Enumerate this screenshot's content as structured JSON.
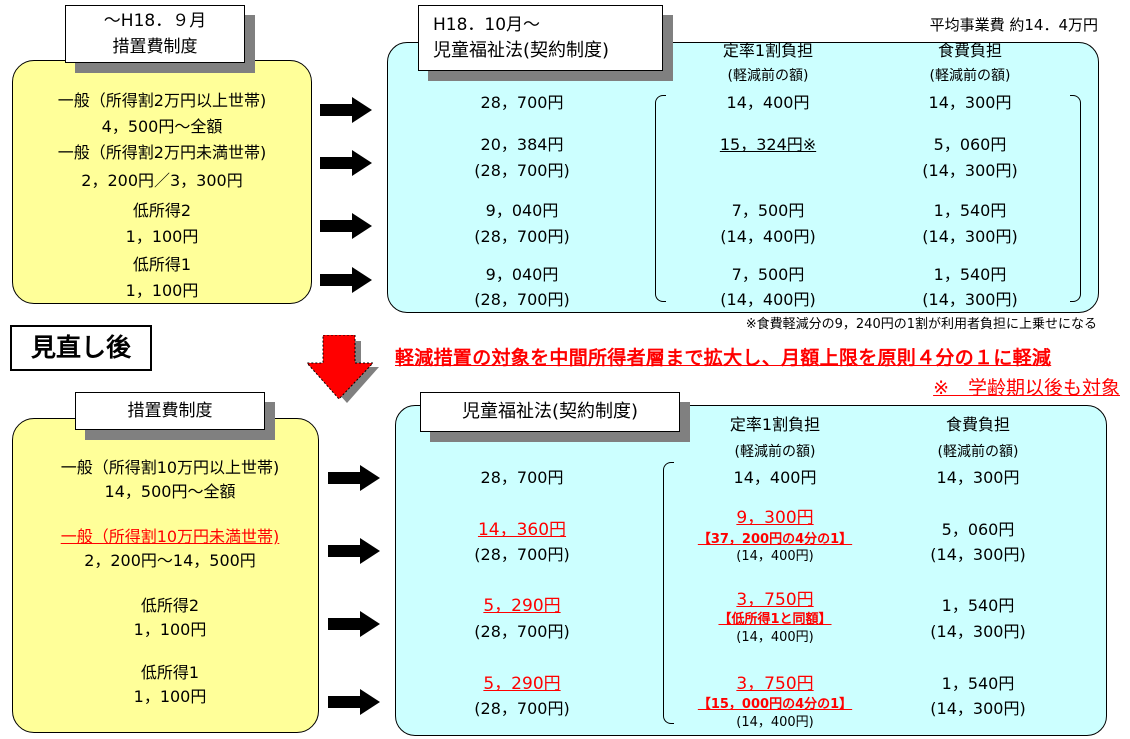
{
  "before": {
    "label": [
      "～H18．９月",
      "措置費制度"
    ],
    "items": [
      [
        "一般（所得割2万円以上世帯)",
        "4，500円～全額"
      ],
      [
        "一般（所得割2万円未満世帯)",
        "2，200円／3，300円"
      ],
      [
        "低所得2",
        "1，100円"
      ],
      [
        "低所得1",
        "1，100円"
      ]
    ],
    "new_label": [
      "H18．10月～",
      "児童福祉法(契約制度)"
    ],
    "avg_cost": "平均事業費 約14．4万円",
    "headers": [
      [
        "定率1割負担",
        "(軽減前の額)"
      ],
      [
        "食費負担",
        "(軽減前の額)"
      ]
    ],
    "rows": [
      {
        "c1": [
          "28，700円",
          ""
        ],
        "c2": [
          "14，400円",
          ""
        ],
        "c3": [
          "14，300円",
          ""
        ]
      },
      {
        "c1": [
          "20，384円",
          "(28，700円)"
        ],
        "c2": [
          "15，324円※",
          ""
        ],
        "c3": [
          "5，060円",
          "(14，300円)"
        ]
      },
      {
        "c1": [
          "9，040円",
          "(28，700円)"
        ],
        "c2": [
          "7，500円",
          "(14，400円)"
        ],
        "c3": [
          "1，540円",
          "(14，300円)"
        ]
      },
      {
        "c1": [
          "9，040円",
          "(28，700円)"
        ],
        "c2": [
          "7，500円",
          "(14，400円)"
        ],
        "c3": [
          "1，540円",
          "(14，300円)"
        ]
      }
    ],
    "note": "※食費軽減分の9，240円の1割が利用者負担に上乗せになる"
  },
  "review_label": "見直し後",
  "headline": "軽減措置の対象を中間所得者層まで拡大し、月額上限を原則４分の１に軽減",
  "subline": "※　学齢期以後も対象",
  "after": {
    "label": "措置費制度",
    "items": [
      [
        "一般（所得割10万円以上世帯)",
        "14，500円～全額"
      ],
      [
        "一般（所得割10万円未満世帯)",
        "2，200円～14，500円"
      ],
      [
        "低所得2",
        "1，100円"
      ],
      [
        "低所得1",
        "1，100円"
      ]
    ],
    "new_label": "児童福祉法(契約制度)",
    "headers": [
      [
        "定率1割負担",
        "(軽減前の額)"
      ],
      [
        "食費負担",
        "(軽減前の額)"
      ]
    ],
    "rows": [
      {
        "c1": [
          "28，700円",
          ""
        ],
        "c2": [
          "14，400円",
          "",
          ""
        ],
        "c3": [
          "14，300円",
          ""
        ]
      },
      {
        "c1": [
          "14，360円",
          "(28，700円)"
        ],
        "c2": [
          "9，300円",
          "【37，200円の4分の1】",
          "(14，400円)"
        ],
        "c3": [
          "5，060円",
          "(14，300円)"
        ]
      },
      {
        "c1": [
          "5，290円",
          "(28，700円)"
        ],
        "c2": [
          "3，750円",
          "【低所得1と同額】",
          "(14，400円)"
        ],
        "c3": [
          "1，540円",
          "(14，300円)"
        ]
      },
      {
        "c1": [
          "5，290円",
          "(28，700円)"
        ],
        "c2": [
          "3，750円",
          "【15，000円の4分の1】",
          "(14，400円)"
        ],
        "c3": [
          "1，540円",
          "(14，300円)"
        ]
      }
    ]
  },
  "colors": {
    "yellow": "#ffff99",
    "cyan": "#ccffff",
    "red": "#ff0000"
  }
}
